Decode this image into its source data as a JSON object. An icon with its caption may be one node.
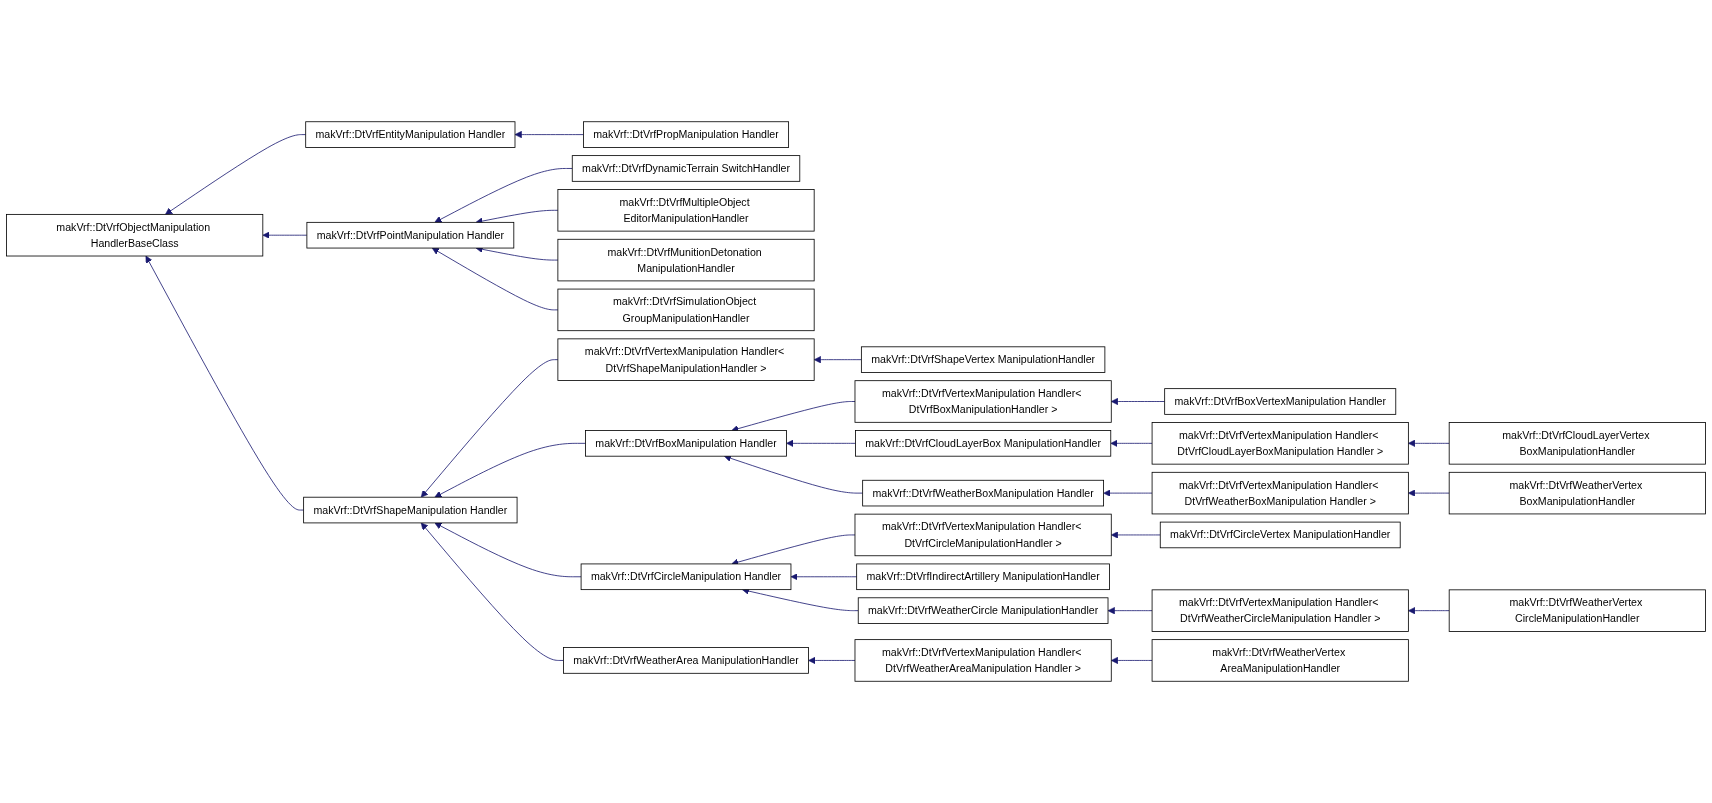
{
  "diagram": {
    "nodes": [
      {
        "text": [
          "makVrf::DtVrfObjectManipulation HandlerBaseClass"
        ]
      },
      {
        "text": [
          "makVrf::DtVrfEntityManipulation Handler"
        ]
      },
      {
        "text": [
          "makVrf::DtVrfPointManipulation Handler"
        ]
      },
      {
        "text": [
          "makVrf::DtVrfShapeManipulation Handler"
        ]
      },
      {
        "text": [
          "makVrf::DtVrfPropManipulation Handler"
        ]
      },
      {
        "text": [
          "makVrf::DtVrfDynamicTerrain SwitchHandler"
        ]
      },
      {
        "text": [
          "makVrf::DtVrfMultipleObject EditorManipulationHandler"
        ]
      },
      {
        "text": [
          "makVrf::DtVrfMunitionDetonation ManipulationHandler"
        ]
      },
      {
        "text": [
          "makVrf::DtVrfSimulationObject GroupManipulationHandler"
        ]
      },
      {
        "text": [
          "makVrf::DtVrfVertexManipulation Handler< DtVrfShapeManipulationHandler >"
        ]
      },
      {
        "text": [
          "makVrf::DtVrfBoxManipulation Handler"
        ]
      },
      {
        "text": [
          "makVrf::DtVrfCircleManipulation Handler"
        ]
      },
      {
        "text": [
          "makVrf::DtVrfWeatherArea ManipulationHandler"
        ]
      },
      {
        "text": [
          "makVrf::DtVrfShapeVertex ManipulationHandler"
        ]
      },
      {
        "text": [
          "makVrf::DtVrfVertexManipulation Handler< DtVrfBoxManipulationHandler >"
        ]
      },
      {
        "text": [
          "makVrf::DtVrfCloudLayerBox ManipulationHandler"
        ]
      },
      {
        "text": [
          "makVrf::DtVrfWeatherBoxManipulation Handler"
        ]
      },
      {
        "text": [
          "makVrf::DtVrfVertexManipulation Handler< DtVrfCircleManipulationHandler >"
        ]
      },
      {
        "text": [
          "makVrf::DtVrfIndirectArtillery ManipulationHandler"
        ]
      },
      {
        "text": [
          "makVrf::DtVrfWeatherCircle ManipulationHandler"
        ]
      },
      {
        "text": [
          "makVrf::DtVrfVertexManipulation Handler< DtVrfWeatherAreaManipulation Handler >"
        ]
      },
      {
        "text": [
          "makVrf::DtVrfBoxVertexManipulation Handler"
        ]
      },
      {
        "text": [
          "makVrf::DtVrfVertexManipulation Handler< DtVrfCloudLayerBoxManipulation Handler >"
        ]
      },
      {
        "text": [
          "makVrf::DtVrfVertexManipulation Handler< DtVrfWeatherBoxManipulation Handler >"
        ]
      },
      {
        "text": [
          "makVrf::DtVrfCircleVertex ManipulationHandler"
        ]
      },
      {
        "text": [
          "makVrf::DtVrfVertexManipulation Handler< DtVrfWeatherCircleManipulation Handler >"
        ]
      },
      {
        "text": [
          "makVrf::DtVrfWeatherVertex AreaManipulationHandler"
        ]
      },
      {
        "text": [
          "makVrf::DtVrfCloudLayerVertex BoxManipulationHandler"
        ]
      },
      {
        "text": [
          "makVrf::DtVrfWeatherVertex BoxManipulationHandler"
        ]
      },
      {
        "text": [
          "makVrf::DtVrfWeatherVertex CircleManipulationHandler"
        ]
      }
    ],
    "edges": [
      {
        "from": 1,
        "to": 0,
        "arrow": "to"
      },
      {
        "from": 2,
        "to": 0,
        "arrow": "to"
      },
      {
        "from": 3,
        "to": 0,
        "arrow": "to"
      },
      {
        "from": 4,
        "to": 1,
        "arrow": "to"
      },
      {
        "from": 5,
        "to": 2,
        "arrow": "to"
      },
      {
        "from": 6,
        "to": 2,
        "arrow": "to"
      },
      {
        "from": 7,
        "to": 2,
        "arrow": "to"
      },
      {
        "from": 8,
        "to": 2,
        "arrow": "to"
      },
      {
        "from": 9,
        "to": 3,
        "arrow": "to"
      },
      {
        "from": 10,
        "to": 3,
        "arrow": "to"
      },
      {
        "from": 11,
        "to": 3,
        "arrow": "to"
      },
      {
        "from": 12,
        "to": 3,
        "arrow": "to"
      },
      {
        "from": 13,
        "to": 9,
        "arrow": "to"
      },
      {
        "from": 14,
        "to": 10,
        "arrow": "to"
      },
      {
        "from": 15,
        "to": 10,
        "arrow": "to"
      },
      {
        "from": 16,
        "to": 10,
        "arrow": "to"
      },
      {
        "from": 17,
        "to": 11,
        "arrow": "to"
      },
      {
        "from": 18,
        "to": 11,
        "arrow": "to"
      },
      {
        "from": 19,
        "to": 11,
        "arrow": "to"
      },
      {
        "from": 20,
        "to": 12,
        "arrow": "to"
      },
      {
        "from": 21,
        "to": 14,
        "arrow": "to"
      },
      {
        "from": 22,
        "to": 15,
        "arrow": "to"
      },
      {
        "from": 23,
        "to": 16,
        "arrow": "to"
      },
      {
        "from": 24,
        "to": 17,
        "arrow": "to"
      },
      {
        "from": 25,
        "to": 19,
        "arrow": "to"
      },
      {
        "from": 26,
        "to": 20,
        "arrow": "to"
      },
      {
        "from": 27,
        "to": 22,
        "arrow": "to"
      },
      {
        "from": 28,
        "to": 23,
        "arrow": "to"
      },
      {
        "from": 29,
        "to": 25,
        "arrow": "to"
      }
    ]
  }
}
